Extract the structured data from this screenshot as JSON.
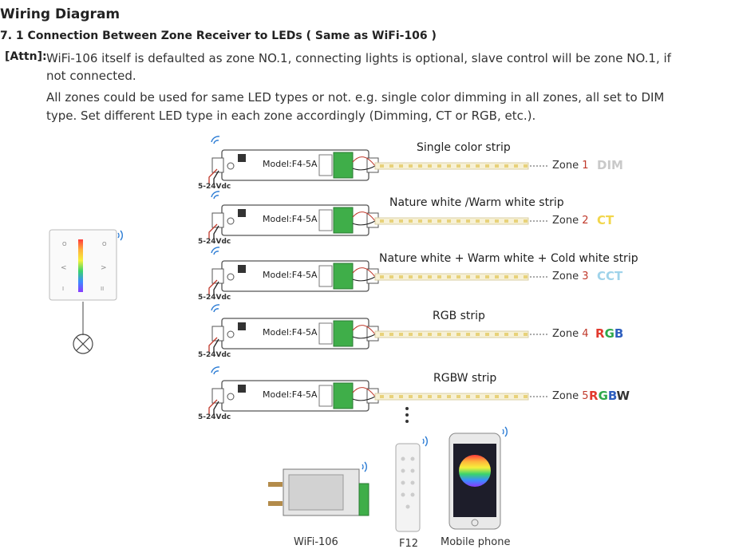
{
  "heading": "Wiring Diagram",
  "subheading": "7. 1  Connection Between Zone Receiver to LEDs ( Same as WiFi-106 )",
  "attn_label": "[Attn]:",
  "attn_text_line1": "WiFi-106 itself is defaulted as zone NO.1, connecting lights is optional, slave control will be zone NO.1, if",
  "attn_text_line2": "not connected.",
  "para_line1": "All zones could be used for same LED types or not. e.g. single color dimming in all zones, all set to DIM",
  "para_line2": "type. Set different LED type in each zone accordingly (Dimming, CT or RGB, etc.).",
  "receivers": [
    {
      "model": "Model:F4-5A",
      "supply": "5-24Vdc",
      "strip": "Single color strip",
      "zone_text": "Zone",
      "zone_num": "1",
      "type": "DIM"
    },
    {
      "model": "Model:F4-5A",
      "supply": "5-24Vdc",
      "strip": "Nature white /Warm white strip",
      "zone_text": "Zone",
      "zone_num": "2",
      "type": "CT"
    },
    {
      "model": "Model:F4-5A",
      "supply": "5-24Vdc",
      "strip": "Nature white + Warm white + Cold white strip",
      "zone_text": "Zone",
      "zone_num": "3",
      "type": "CCT"
    },
    {
      "model": "Model:F4-5A",
      "supply": "5-24Vdc",
      "strip": "RGB strip",
      "zone_text": "Zone",
      "zone_num": "4",
      "type": "RGB"
    },
    {
      "model": "Model:F4-5A",
      "supply": "5-24Vdc",
      "strip": "RGBW strip",
      "zone_text": "Zone",
      "zone_num": "5",
      "type": "RGBW"
    }
  ],
  "devices": {
    "wifi": "WiFi-106",
    "remote": "F12",
    "phone": "Mobile phone"
  },
  "colors": {
    "dim": "#c9c9c9",
    "ct": "#f2d64b",
    "cct": "#9fd3ea",
    "rgb_r": "#e23a2e",
    "rgb_g": "#2ea84a",
    "rgb_b": "#2f5fbf",
    "zone_num": "#c0392b"
  }
}
